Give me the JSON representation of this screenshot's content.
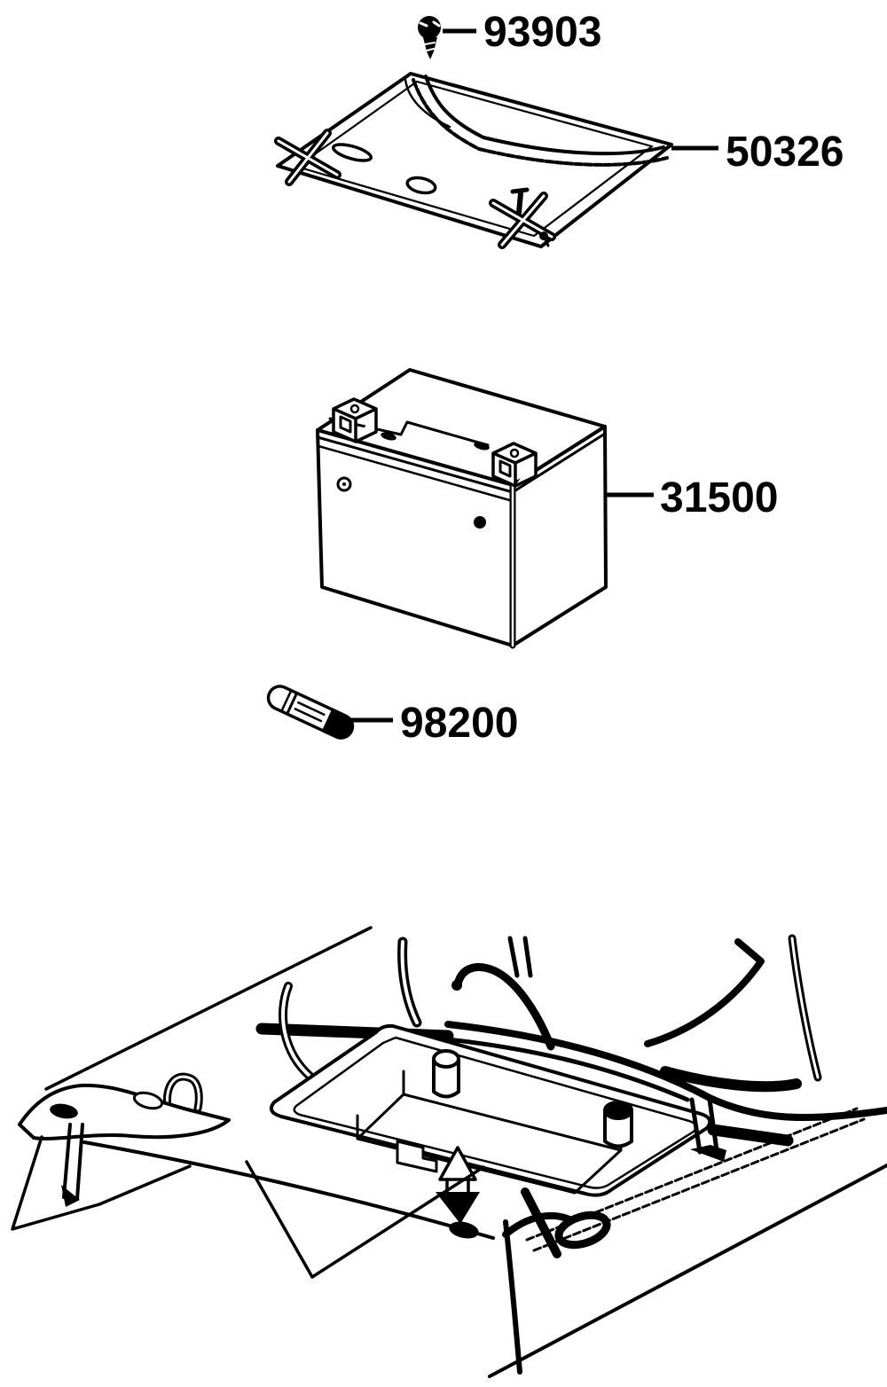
{
  "diagram": {
    "kind": "exploded-parts-diagram",
    "background_color": "#ffffff",
    "line_color": "#000000",
    "parts": [
      {
        "number": "93903",
        "name": "screw"
      },
      {
        "number": "50326",
        "name": "battery cover"
      },
      {
        "number": "31500",
        "name": "battery"
      },
      {
        "number": "98200",
        "name": "fuse"
      },
      {
        "number": "",
        "name": "frame battery compartment"
      }
    ]
  }
}
